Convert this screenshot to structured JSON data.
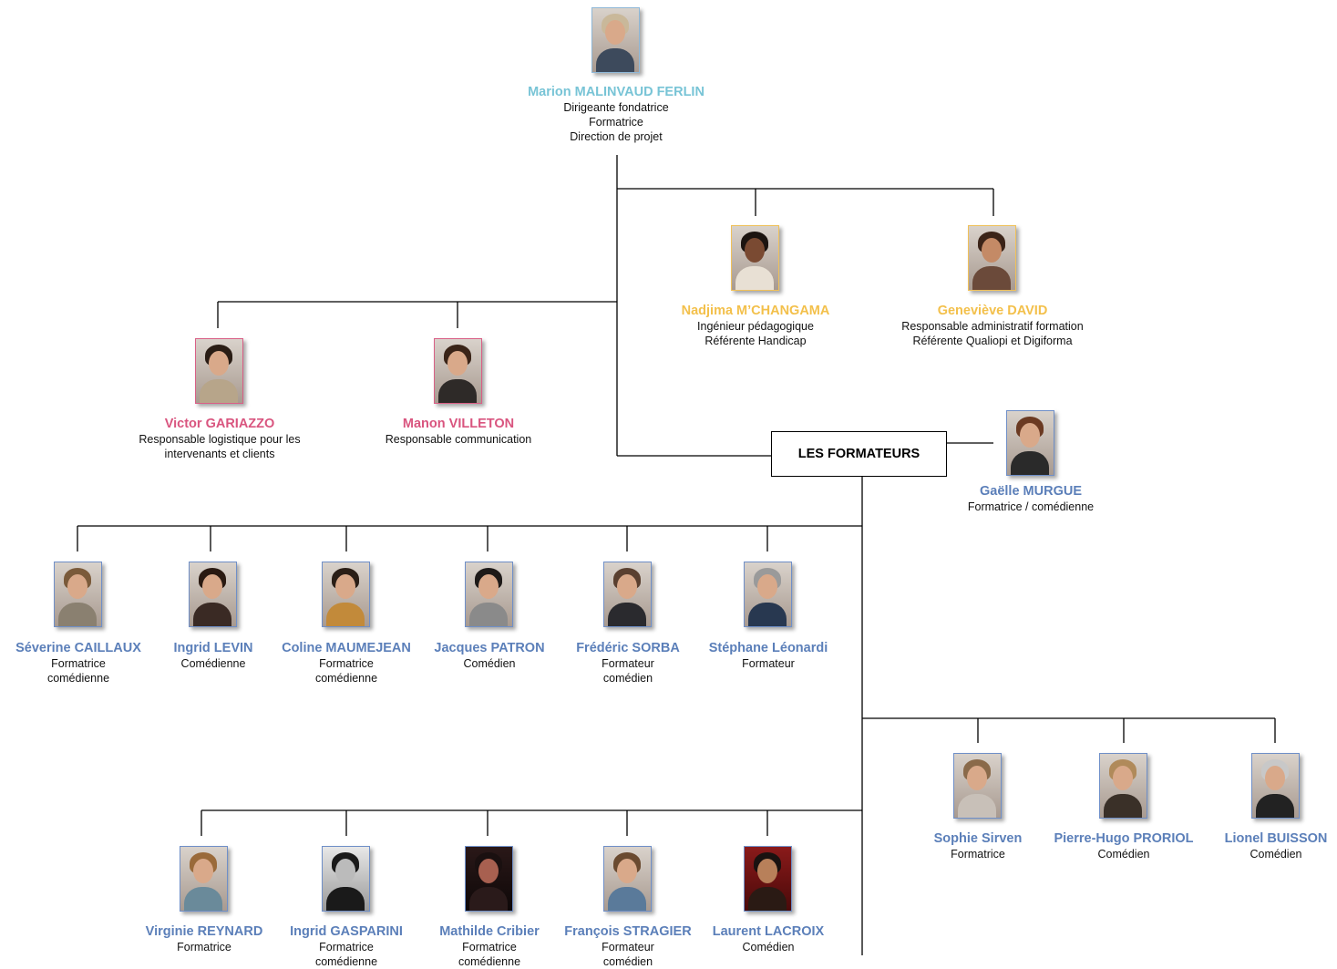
{
  "formateurs_label": "LES FORMATEURS",
  "colors": {
    "blue_name": "#5b7fb9",
    "pink_name": "#d9557f",
    "gold_name": "#f3c04b",
    "teal_name": "#78c4d6",
    "connector": "#000000"
  },
  "people": [
    {
      "id": "marion",
      "name": "Marion MALINVAUD FERLIN",
      "roles": [
        "Dirigeante fondatrice",
        "Formatrice",
        "Direction de projet"
      ],
      "color": "teal"
    },
    {
      "id": "nadjima",
      "name": "Nadjima M’CHANGAMA",
      "roles": [
        "Ingénieur pédagogique",
        "Référente Handicap"
      ],
      "color": "gold"
    },
    {
      "id": "genevieve",
      "name": "Geneviève DAVID",
      "roles": [
        "Responsable administratif formation",
        "Référente Qualiopi et Digiforma"
      ],
      "color": "gold"
    },
    {
      "id": "victor",
      "name": "Victor GARIAZZO",
      "roles": [
        "Responsable logistique pour les",
        "intervenants et clients"
      ],
      "color": "pink"
    },
    {
      "id": "manon",
      "name": "Manon VILLETON",
      "roles": [
        "Responsable communication"
      ],
      "color": "pink"
    },
    {
      "id": "gaelle",
      "name": "Gaëlle MURGUE",
      "roles": [
        "Formatrice / comédienne"
      ],
      "color": "blue"
    },
    {
      "id": "severine",
      "name": "Séverine CAILLAUX",
      "roles": [
        "Formatrice",
        "comédienne"
      ],
      "color": "blue"
    },
    {
      "id": "ingridl",
      "name": "Ingrid LEVIN",
      "roles": [
        "Comédienne"
      ],
      "color": "blue"
    },
    {
      "id": "coline",
      "name": "Coline MAUMEJEAN",
      "roles": [
        "Formatrice",
        "comédienne"
      ],
      "color": "blue"
    },
    {
      "id": "jacques",
      "name": "Jacques PATRON",
      "roles": [
        "Comédien"
      ],
      "color": "blue"
    },
    {
      "id": "frederic",
      "name": "Frédéric SORBA",
      "roles": [
        "Formateur",
        "comédien"
      ],
      "color": "blue"
    },
    {
      "id": "stephane",
      "name": "Stéphane Léonardi",
      "roles": [
        "Formateur"
      ],
      "color": "blue"
    },
    {
      "id": "sophie",
      "name": "Sophie Sirven",
      "roles": [
        "Formatrice"
      ],
      "color": "blue"
    },
    {
      "id": "pierrehugo",
      "name": "Pierre-Hugo PRORIOL",
      "roles": [
        "Comédien"
      ],
      "color": "blue"
    },
    {
      "id": "lionel",
      "name": "Lionel BUISSON",
      "roles": [
        "Comédien"
      ],
      "color": "blue"
    },
    {
      "id": "virginie",
      "name": "Virginie REYNARD",
      "roles": [
        "Formatrice"
      ],
      "color": "blue"
    },
    {
      "id": "ingridg",
      "name": "Ingrid GASPARINI",
      "roles": [
        "Formatrice",
        "comédienne"
      ],
      "color": "blue"
    },
    {
      "id": "mathilde",
      "name": "Mathilde Cribier",
      "roles": [
        "Formatrice",
        "comédienne"
      ],
      "color": "blue"
    },
    {
      "id": "francois",
      "name": "François STRAGIER",
      "roles": [
        "Formateur",
        "comédien"
      ],
      "color": "blue"
    },
    {
      "id": "laurent",
      "name": "Laurent LACROIX",
      "roles": [
        "Comédien"
      ],
      "color": "blue"
    }
  ]
}
